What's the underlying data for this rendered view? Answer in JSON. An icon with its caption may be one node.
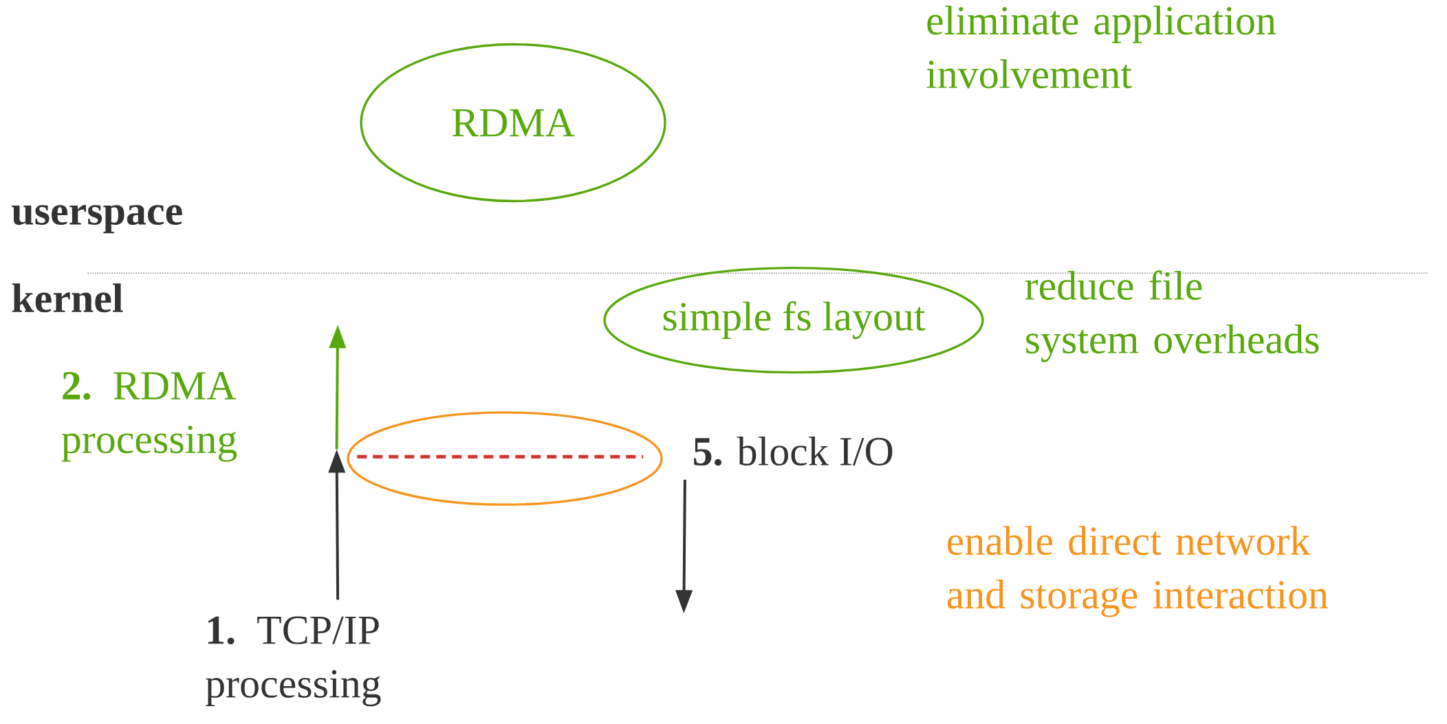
{
  "diagram": {
    "nodes": [
      {
        "text": [
          "RDMA"
        ]
      },
      {
        "text": [
          "simple fs layout"
        ]
      },
      {
        "text": [],
        "shape": "ellipse"
      },
      {
        "text": [
          "**1.** TCP/IP processing"
        ]
      }
    ],
    "edges": [
      {
        "from": 3,
        "to": 2,
        "arrow": "to"
      },
      {
        "from": 2,
        "to": null,
        "arrow": "to",
        "color": "#58a80e"
      },
      {
        "from": 2,
        "to": null,
        "arrow": "to"
      }
    ],
    "labels": [
      "eliminate application involvement",
      "userspace",
      "kernel",
      "reduce file system overheads",
      "**2.** RDMA processing",
      "**5.** block I/O",
      "enable direct network and storage interaction"
    ]
  }
}
